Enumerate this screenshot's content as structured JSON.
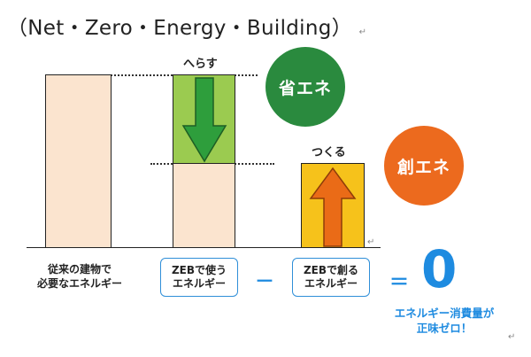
{
  "title": "（Net・Zero・Energy・Building）",
  "return_mark": "↵",
  "labels": {
    "reduce": "へらす",
    "create": "つくる"
  },
  "circles": {
    "save": {
      "label": "省エネ",
      "color": "#2a8a3e"
    },
    "create": {
      "label": "創エネ",
      "color": "#ec6a1e"
    }
  },
  "bottom": {
    "conventional": [
      "従来の建物で",
      "必要なエネルギー"
    ],
    "zeb_use": [
      "ZEBで使う",
      "エネルギー"
    ],
    "minus": "－",
    "zeb_create": [
      "ZEBで創る",
      "エネルギー"
    ],
    "equals": "＝",
    "zero": "0",
    "result": [
      "エネルギー消費量が",
      "正味ゼロ！"
    ]
  },
  "colors": {
    "peach": "#fbe4cf",
    "green_fill": "#9bcb50",
    "green_arrow": "#2e9e3c",
    "yellow_fill": "#f6c21b",
    "orange_arrow": "#ea6b17",
    "blue": "#1e8be0"
  }
}
